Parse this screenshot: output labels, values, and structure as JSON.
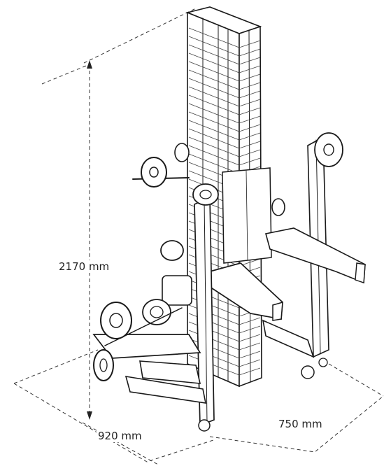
{
  "dimensions": {
    "height": "2170 mm",
    "depth": "920 mm",
    "width": "750 mm"
  },
  "colors": {
    "ink": "#1a1a1a",
    "background": "#ffffff"
  }
}
